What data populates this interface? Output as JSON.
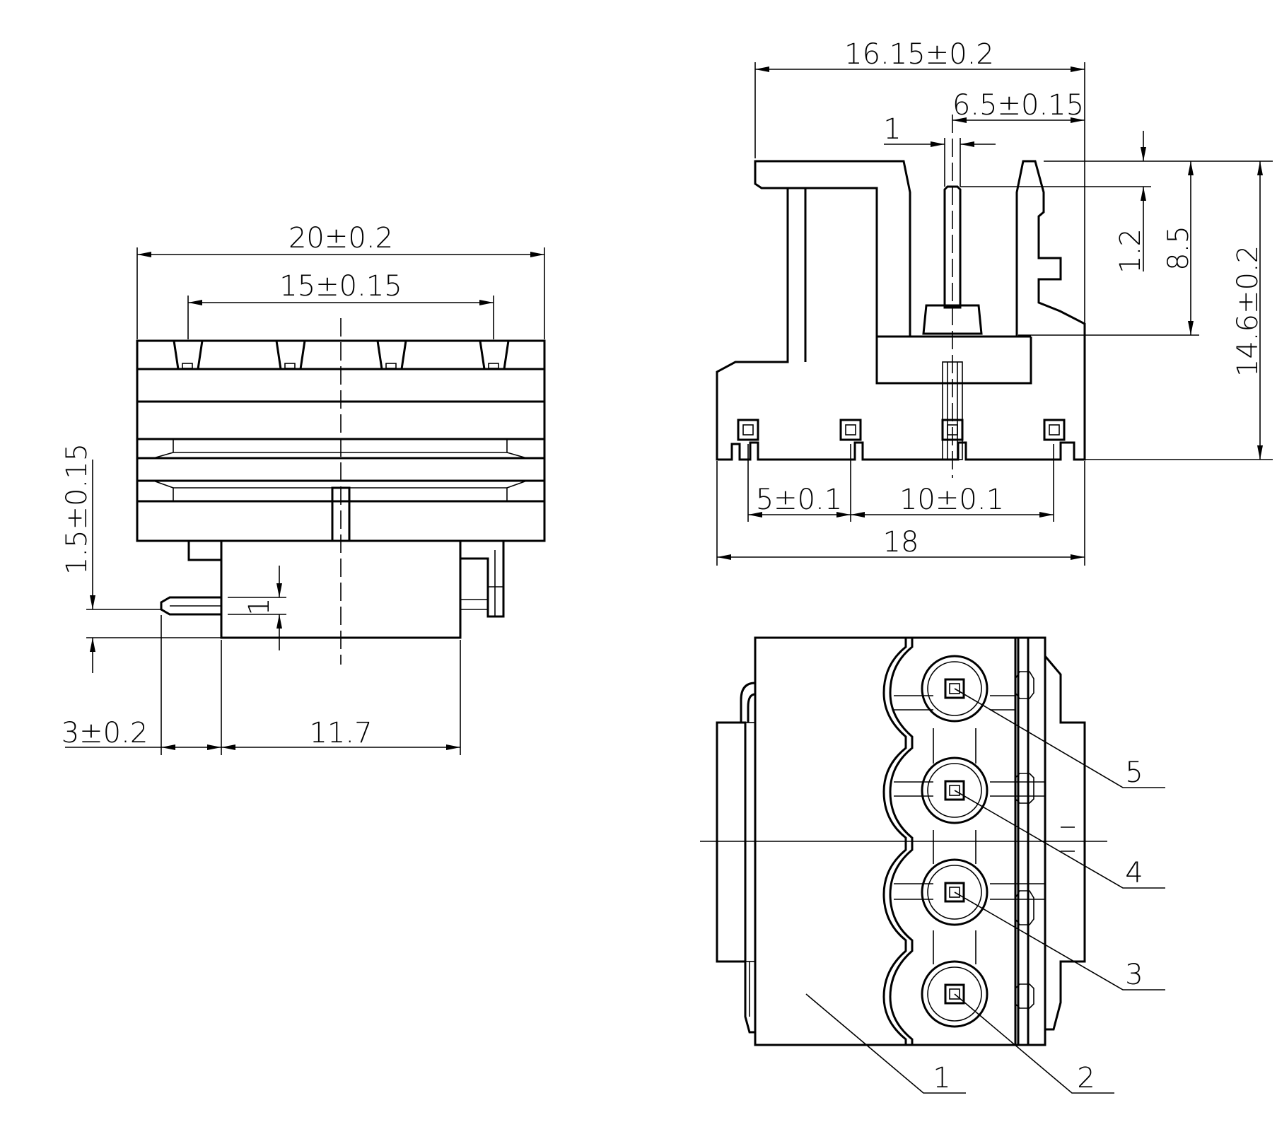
{
  "dimensions": {
    "front_width": "20±0.2",
    "front_pitch_span": "15±0.15",
    "side_offset": "1.5±0.15",
    "pin_thickness": "1",
    "pin_extension": "3±0.2",
    "body_depth": "11.7",
    "top_width": "16.15±0.2",
    "pin_offset": "6.5±0.15",
    "pin_width": "1",
    "pin_tip": "1.2",
    "height_upper": "8.5",
    "height_total": "14.6±0.2",
    "pitch_a": "5±0.1",
    "pitch_b": "10±0.1",
    "base_width": "18"
  },
  "callouts": {
    "c1": "1",
    "c2": "2",
    "c3": "3",
    "c4": "4",
    "c5": "5"
  }
}
